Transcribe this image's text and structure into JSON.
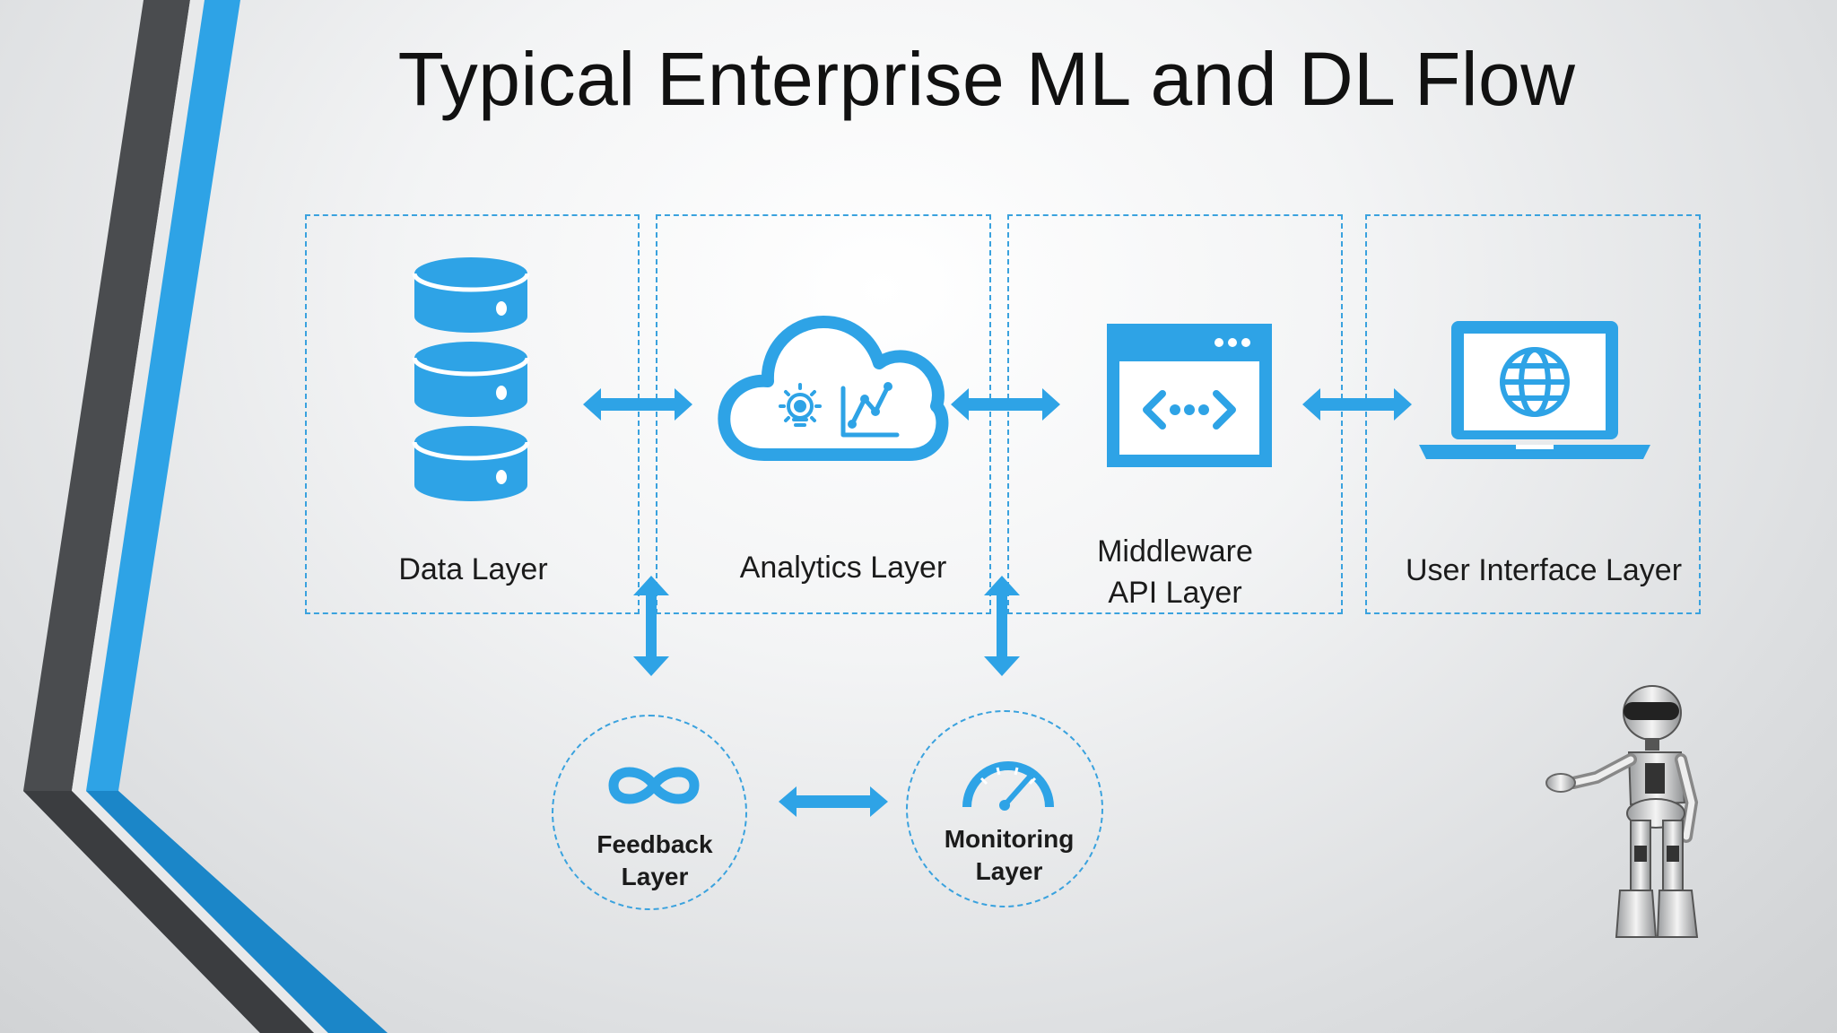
{
  "title": "Typical Enterprise ML and DL Flow",
  "colors": {
    "accent": "#2ea3e6",
    "dark_stripe": "#4a4c4f"
  },
  "layers": [
    {
      "id": "data",
      "label": "Data Layer",
      "icon": "database-icon"
    },
    {
      "id": "analytics",
      "label": "Analytics Layer",
      "icon": "cloud-analytics-icon"
    },
    {
      "id": "middleware",
      "label_line1": "Middleware",
      "label_line2": "API Layer",
      "icon": "api-window-icon"
    },
    {
      "id": "ui",
      "label": "User Interface Layer",
      "icon": "laptop-globe-icon"
    }
  ],
  "support_layers": [
    {
      "id": "feedback",
      "label_line1": "Feedback",
      "label_line2": "Layer",
      "icon": "infinity-icon"
    },
    {
      "id": "monitoring",
      "label_line1": "Monitoring",
      "label_line2": "Layer",
      "icon": "gauge-icon"
    }
  ]
}
